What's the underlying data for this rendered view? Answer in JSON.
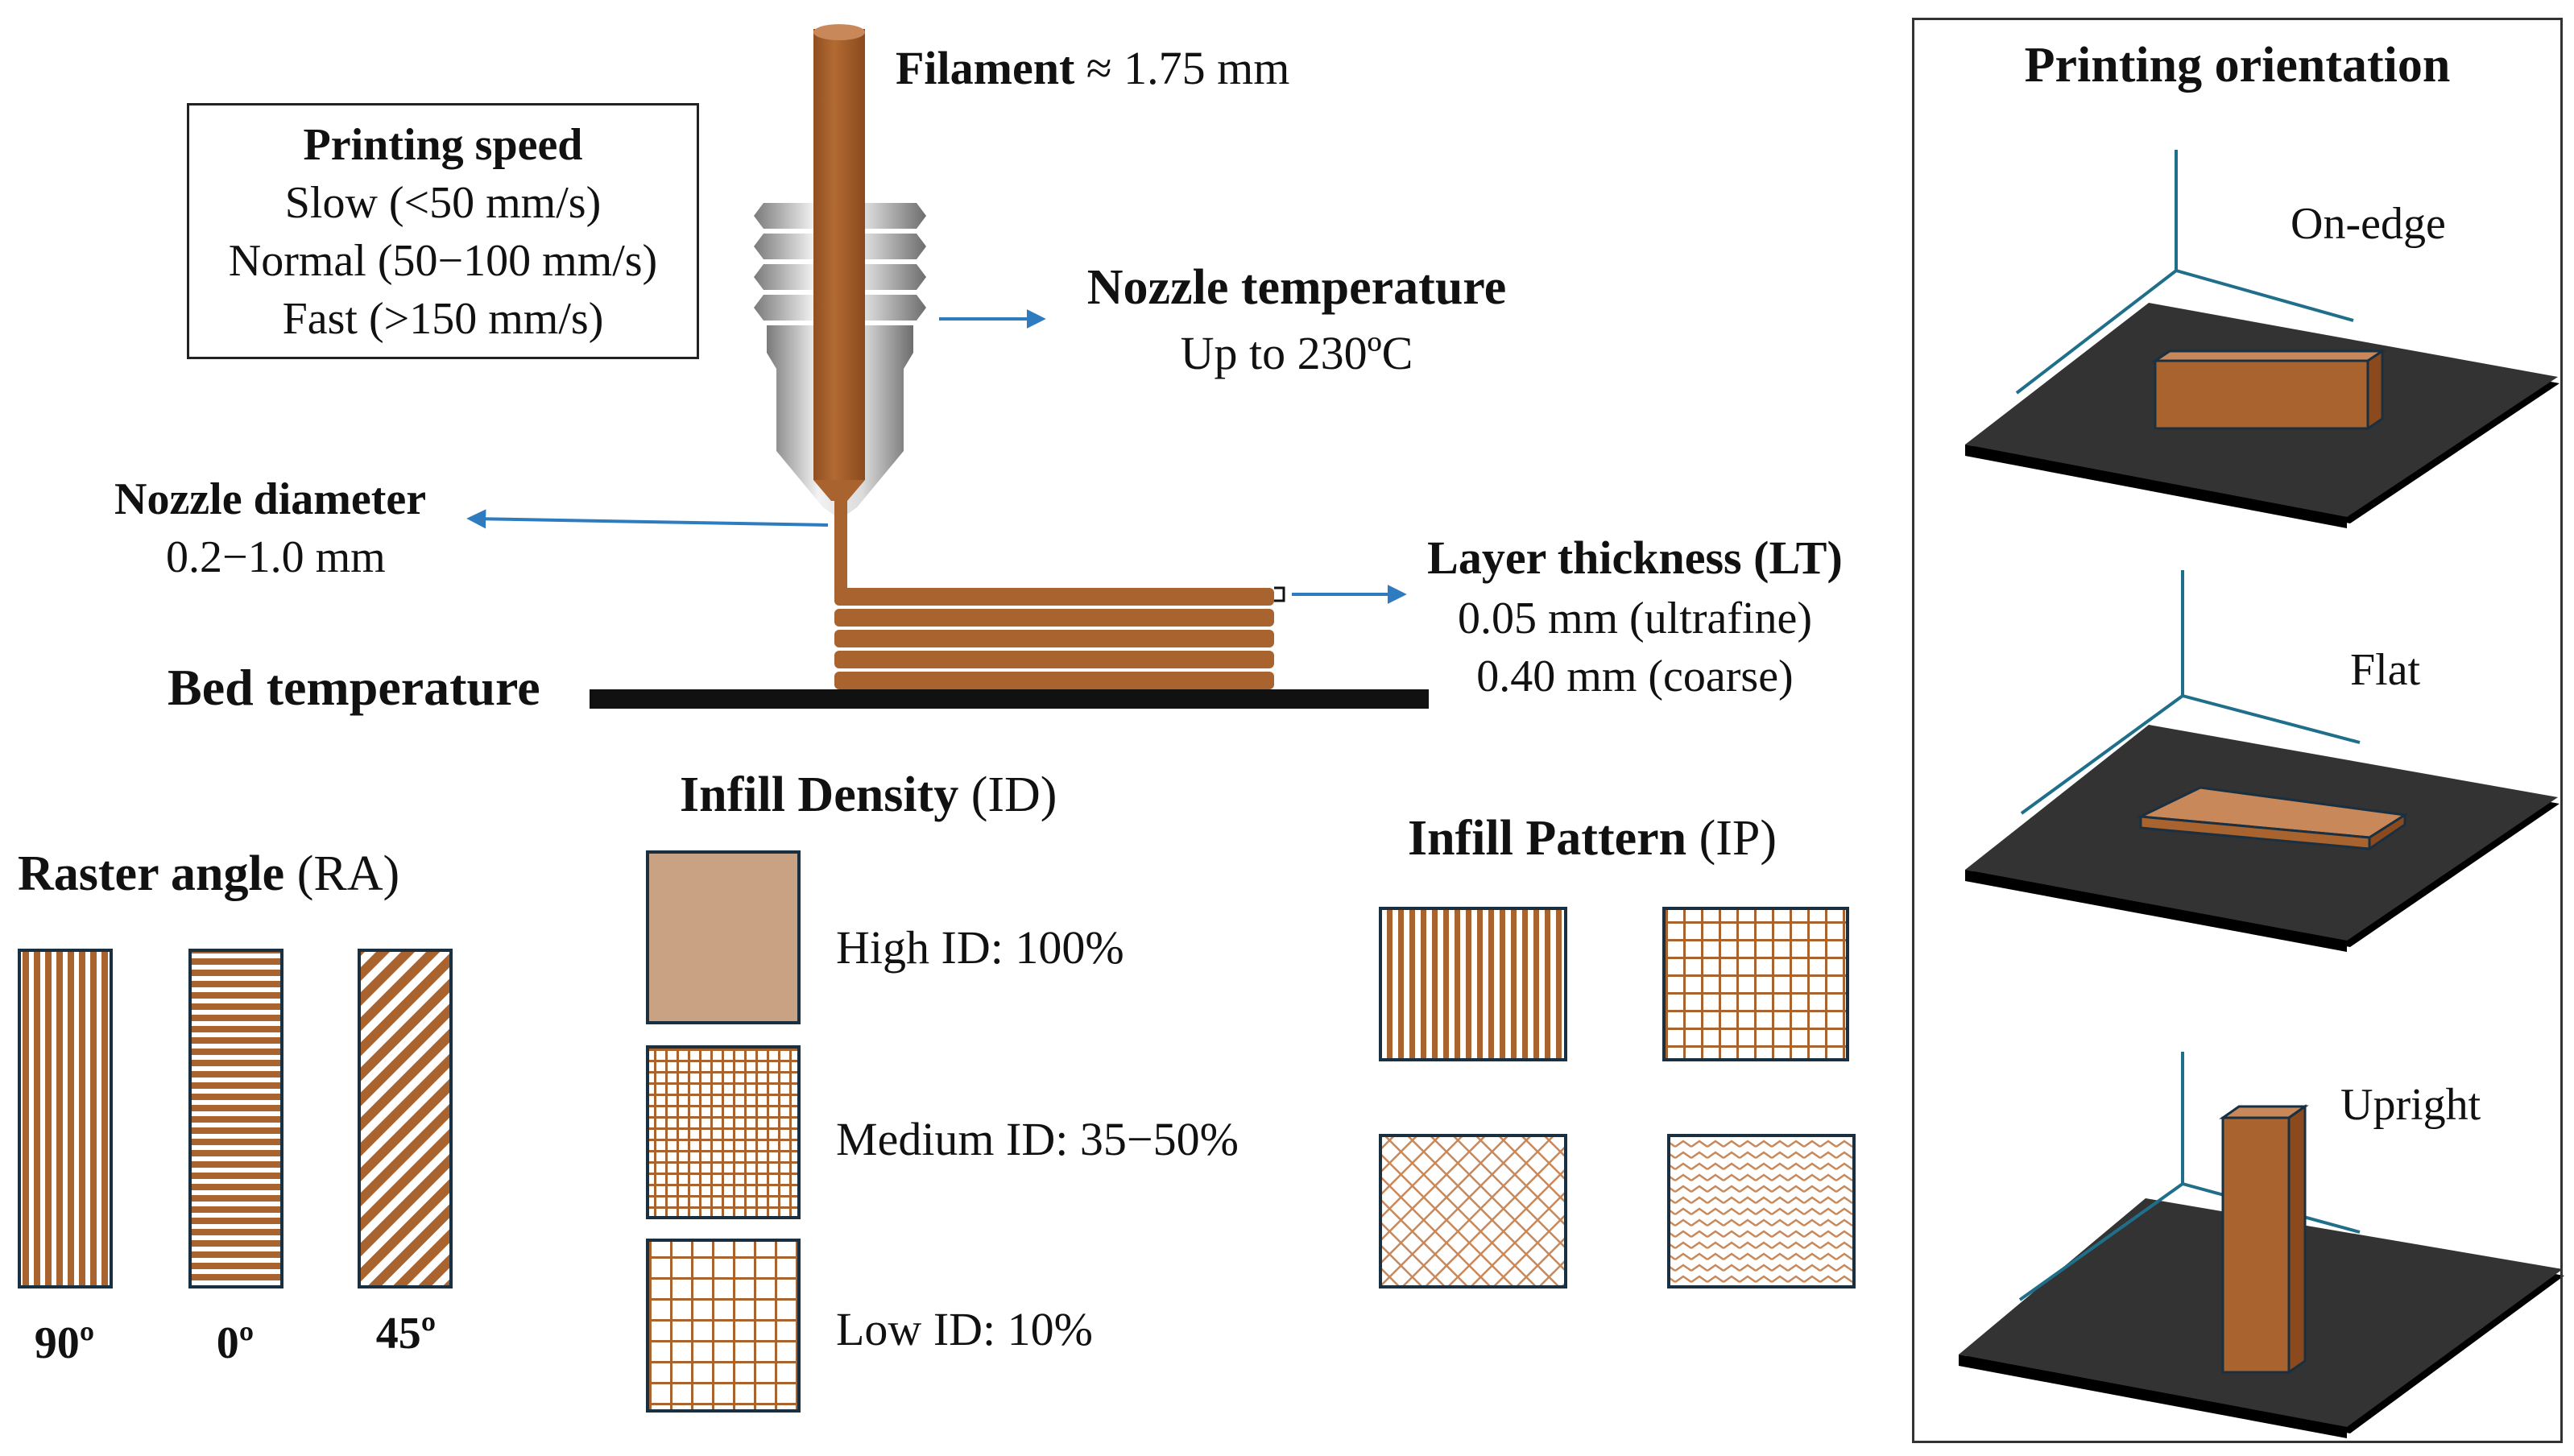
{
  "filament": {
    "label_bold": "Filament",
    "value": "≈ 1.75 mm"
  },
  "printing_speed": {
    "title": "Printing speed",
    "items": [
      "Slow (<50 mm/s)",
      "Normal (50−100 mm/s)",
      "Fast (>150 mm/s)"
    ]
  },
  "nozzle_temperature": {
    "title": "Nozzle temperature",
    "value": "Up to 230ºC"
  },
  "nozzle_diameter": {
    "title": "Nozzle diameter",
    "value": "0.2−1.0 mm"
  },
  "layer_thickness": {
    "title": "Layer thickness (LT)",
    "values": [
      "0.05 mm (ultrafine)",
      "0.40 mm (coarse)"
    ]
  },
  "bed_temperature": {
    "title": "Bed temperature"
  },
  "raster_angle": {
    "title_bold": "Raster angle",
    "title_abbr": "(RA)",
    "angles": [
      "90º",
      "0º",
      "45º"
    ]
  },
  "infill_density": {
    "title_bold": "Infill Density",
    "title_abbr": "(ID)",
    "levels": [
      "High ID: 100%",
      "Medium ID: 35−50%",
      "Low ID: 10%"
    ]
  },
  "infill_pattern": {
    "title_bold": "Infill Pattern",
    "title_abbr": "(IP)"
  },
  "printing_orientation": {
    "title": "Printing orientation",
    "options": [
      "On-edge",
      "Flat",
      "Upright"
    ]
  },
  "colors": {
    "filament": "#A8632E",
    "filament_light": "#C8A07E",
    "filament_pale": "#D8BBA0",
    "bed": "#111111",
    "plate": "#333333",
    "arrow": "#2E7CBF",
    "axis": "#1F6F8B"
  }
}
